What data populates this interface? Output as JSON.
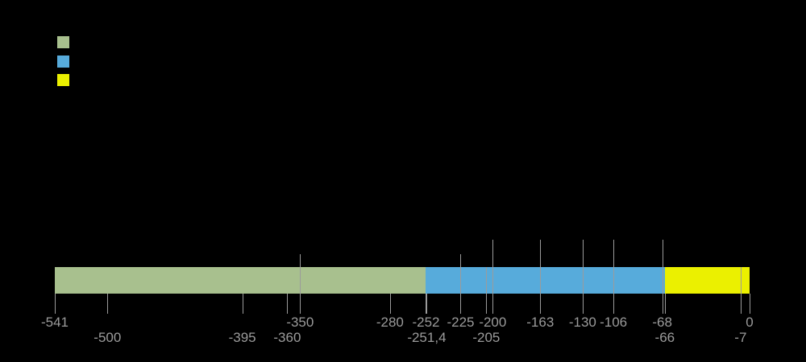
{
  "page": {
    "background_color": "#000000",
    "tick_color": "#9b9b9b"
  },
  "legend": {
    "swatches": [
      {
        "name": "green",
        "color": "#a8c08e"
      },
      {
        "name": "blue",
        "color": "#57abdb"
      },
      {
        "name": "yellow",
        "color": "#ebf000"
      }
    ]
  },
  "chart_data": {
    "type": "bar",
    "subtype": "timeline",
    "orientation": "horizontal",
    "xlim": [
      -541,
      0
    ],
    "grid": false,
    "legend_position": "top-left",
    "segments": [
      {
        "start": -541,
        "end": -252,
        "color": "#a8c08e"
      },
      {
        "start": -252,
        "end": -66,
        "color": "#57abdb"
      },
      {
        "start": -66,
        "end": 0,
        "color": "#ebf000"
      }
    ],
    "ticks": [
      {
        "value": -541,
        "label": "-541",
        "row": 1,
        "mark": "below"
      },
      {
        "value": -500,
        "label": "-500",
        "row": 2,
        "mark": "below"
      },
      {
        "value": -395,
        "label": "-395",
        "row": 2,
        "mark": "below"
      },
      {
        "value": -360,
        "label": "-360",
        "row": 2,
        "mark": "below"
      },
      {
        "value": -350,
        "label": "-350",
        "row": 1,
        "mark": "medium"
      },
      {
        "value": -280,
        "label": "-280",
        "row": 1,
        "mark": "below"
      },
      {
        "value": -252,
        "label": "-252",
        "row": 1,
        "mark": "below"
      },
      {
        "value": -251.4,
        "label": "-251,4",
        "row": 2,
        "mark": "below"
      },
      {
        "value": -225,
        "label": "-225",
        "row": 1,
        "mark": "medium"
      },
      {
        "value": -205,
        "label": "-205",
        "row": 2,
        "mark": "cross"
      },
      {
        "value": -200,
        "label": "-200",
        "row": 1,
        "mark": "tall"
      },
      {
        "value": -163,
        "label": "-163",
        "row": 1,
        "mark": "tall"
      },
      {
        "value": -130,
        "label": "-130",
        "row": 1,
        "mark": "tall"
      },
      {
        "value": -106,
        "label": "-106",
        "row": 1,
        "mark": "tall"
      },
      {
        "value": -68,
        "label": "-68",
        "row": 1,
        "mark": "tall"
      },
      {
        "value": -66,
        "label": "-66",
        "row": 2,
        "mark": "below"
      },
      {
        "value": -7,
        "label": "-7",
        "row": 2,
        "mark": "cross"
      },
      {
        "value": 0,
        "label": "0",
        "row": 1,
        "mark": "below"
      }
    ]
  }
}
